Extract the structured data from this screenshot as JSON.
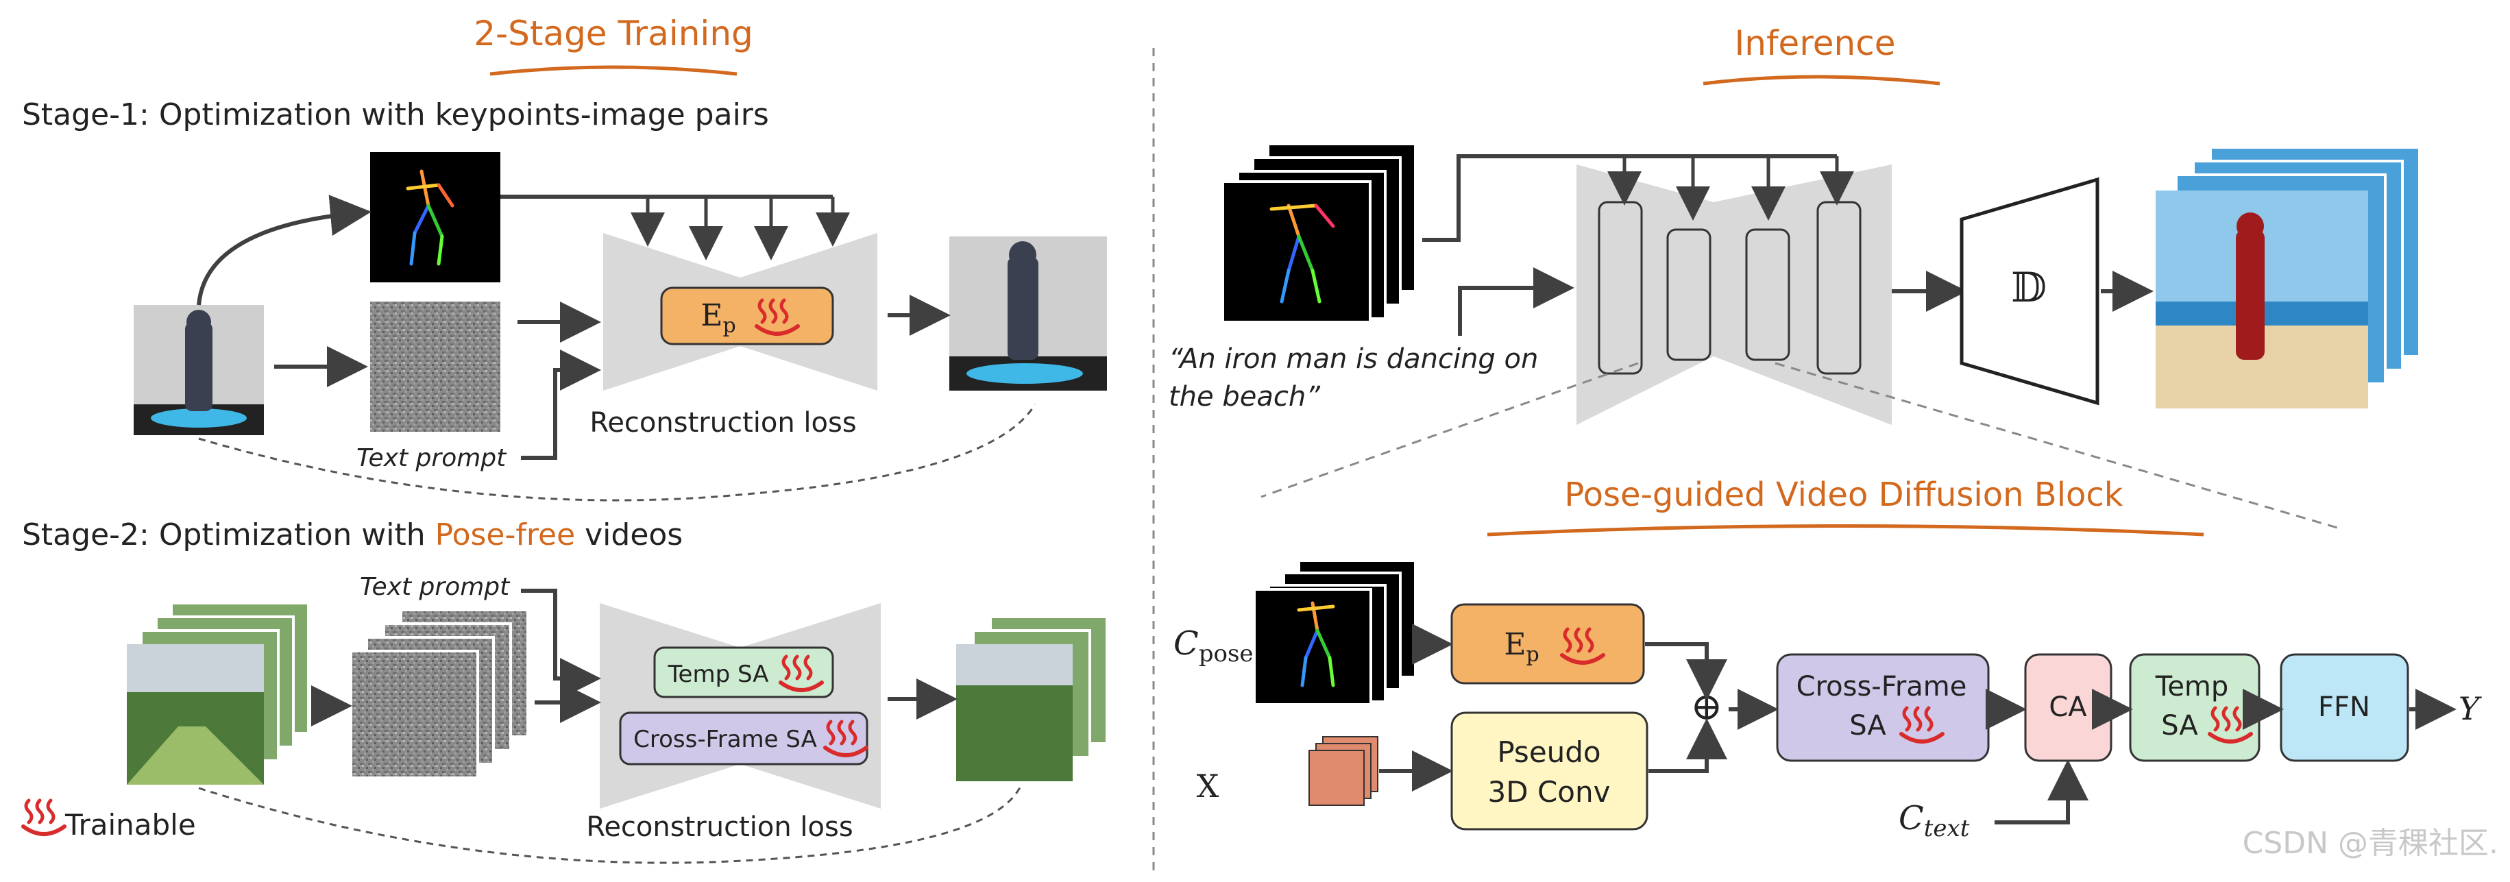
{
  "colors": {
    "accent_orange": "#D2691E",
    "arrow": "#404040",
    "encoder_gray": "#D9D9D9",
    "ep_fill": "#F4B266",
    "temp_fill": "#CDEBD0",
    "crossframe_fill": "#CFC8E8",
    "pseudo_fill": "#FFF6C4",
    "ca_fill": "#FAD6D6",
    "ffn_fill": "#BDE6F7",
    "flame": "#D92B2B"
  },
  "left": {
    "title": "2-Stage Training",
    "stage1": {
      "caption": "Stage-1: Optimization with keypoints-image pairs",
      "ep_main": "E",
      "ep_sub": "p",
      "text_prompt": "Text prompt",
      "loss": "Reconstruction loss"
    },
    "stage2": {
      "caption_pre": "Stage-2: Optimization with ",
      "caption_highlight": "Pose-free",
      "caption_post": " videos",
      "text_prompt": "Text prompt",
      "temp_sa": "Temp SA",
      "cross_frame_sa": "Cross-Frame SA",
      "loss": "Reconstruction loss"
    },
    "trainable_legend": "Trainable"
  },
  "right": {
    "title": "Inference",
    "prompt_line1": "“An iron man is dancing on",
    "prompt_line2": "the beach”",
    "decoder": "𝔻",
    "block": {
      "title": "Pose-guided Video Diffusion Block",
      "c_pose_main": "C",
      "c_pose_sub": "pose",
      "x_label": "X",
      "ep_main": "E",
      "ep_sub": "p",
      "pseudo_line1": "Pseudo",
      "pseudo_line2": "3D Conv",
      "plus": "⊕",
      "cross_frame_line1": "Cross-Frame",
      "cross_frame_line2": "SA",
      "ca": "CA",
      "temp_line1": "Temp",
      "temp_line2": "SA",
      "ffn": "FFN",
      "y_label": "Y",
      "c_text_main": "C",
      "c_text_sub": "text"
    }
  },
  "watermark": "CSDN @青稞社区."
}
